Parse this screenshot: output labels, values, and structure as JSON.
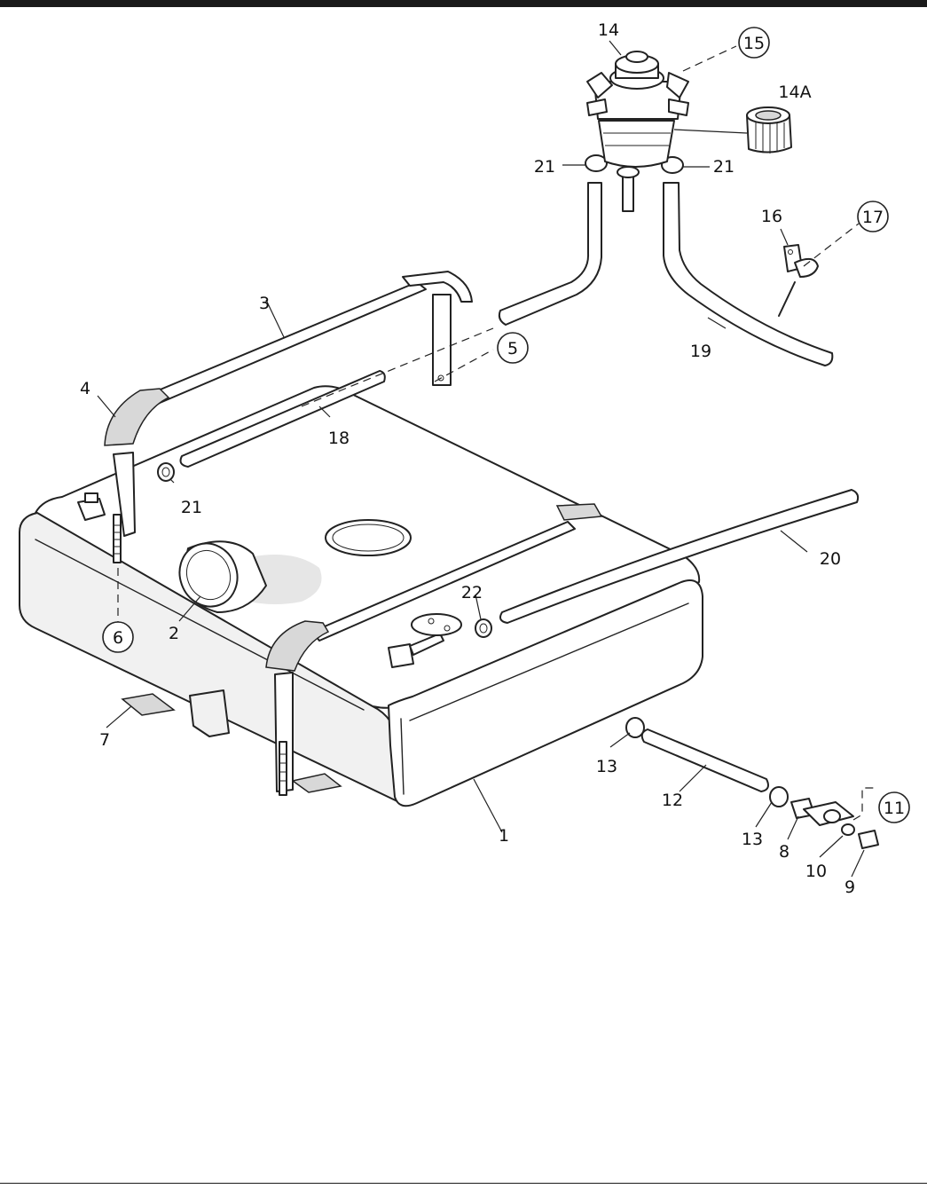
{
  "diagram": {
    "callouts": [
      {
        "id": "c1",
        "text": "1",
        "circled": false
      },
      {
        "id": "c2",
        "text": "2",
        "circled": false
      },
      {
        "id": "c3",
        "text": "3",
        "circled": false
      },
      {
        "id": "c4",
        "text": "4",
        "circled": false
      },
      {
        "id": "c5",
        "text": "5",
        "circled": true
      },
      {
        "id": "c6",
        "text": "6",
        "circled": true
      },
      {
        "id": "c7",
        "text": "7",
        "circled": false
      },
      {
        "id": "c8",
        "text": "8",
        "circled": false
      },
      {
        "id": "c9",
        "text": "9",
        "circled": false
      },
      {
        "id": "c10",
        "text": "10",
        "circled": false
      },
      {
        "id": "c11",
        "text": "11",
        "circled": true
      },
      {
        "id": "c12",
        "text": "12",
        "circled": false
      },
      {
        "id": "c13a",
        "text": "13",
        "circled": false
      },
      {
        "id": "c13b",
        "text": "13",
        "circled": false
      },
      {
        "id": "c14",
        "text": "14",
        "circled": false
      },
      {
        "id": "c14a",
        "text": "14A",
        "circled": false
      },
      {
        "id": "c15",
        "text": "15",
        "circled": true
      },
      {
        "id": "c16",
        "text": "16",
        "circled": false
      },
      {
        "id": "c17",
        "text": "17",
        "circled": true
      },
      {
        "id": "c18",
        "text": "18",
        "circled": false
      },
      {
        "id": "c19",
        "text": "19",
        "circled": false
      },
      {
        "id": "c20",
        "text": "20",
        "circled": false
      },
      {
        "id": "c21a",
        "text": "21",
        "circled": false
      },
      {
        "id": "c21b",
        "text": "21",
        "circled": false
      },
      {
        "id": "c21c",
        "text": "21",
        "circled": false
      },
      {
        "id": "c22",
        "text": "22",
        "circled": false
      }
    ]
  }
}
